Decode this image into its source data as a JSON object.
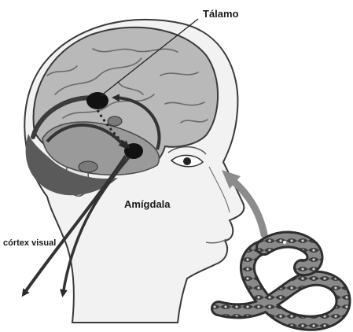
{
  "labels": {
    "thalamus": "Tálamo",
    "amygdala": "Amígdala",
    "visual_cortex": "córtex visual"
  },
  "colors": {
    "background": "#ffffff",
    "skin": "#f2f2f2",
    "brain": "#b9b9b9",
    "brain_dark": "#5a5a5a",
    "nucleus": "#111111",
    "arrow": "#3a3a3a"
  }
}
